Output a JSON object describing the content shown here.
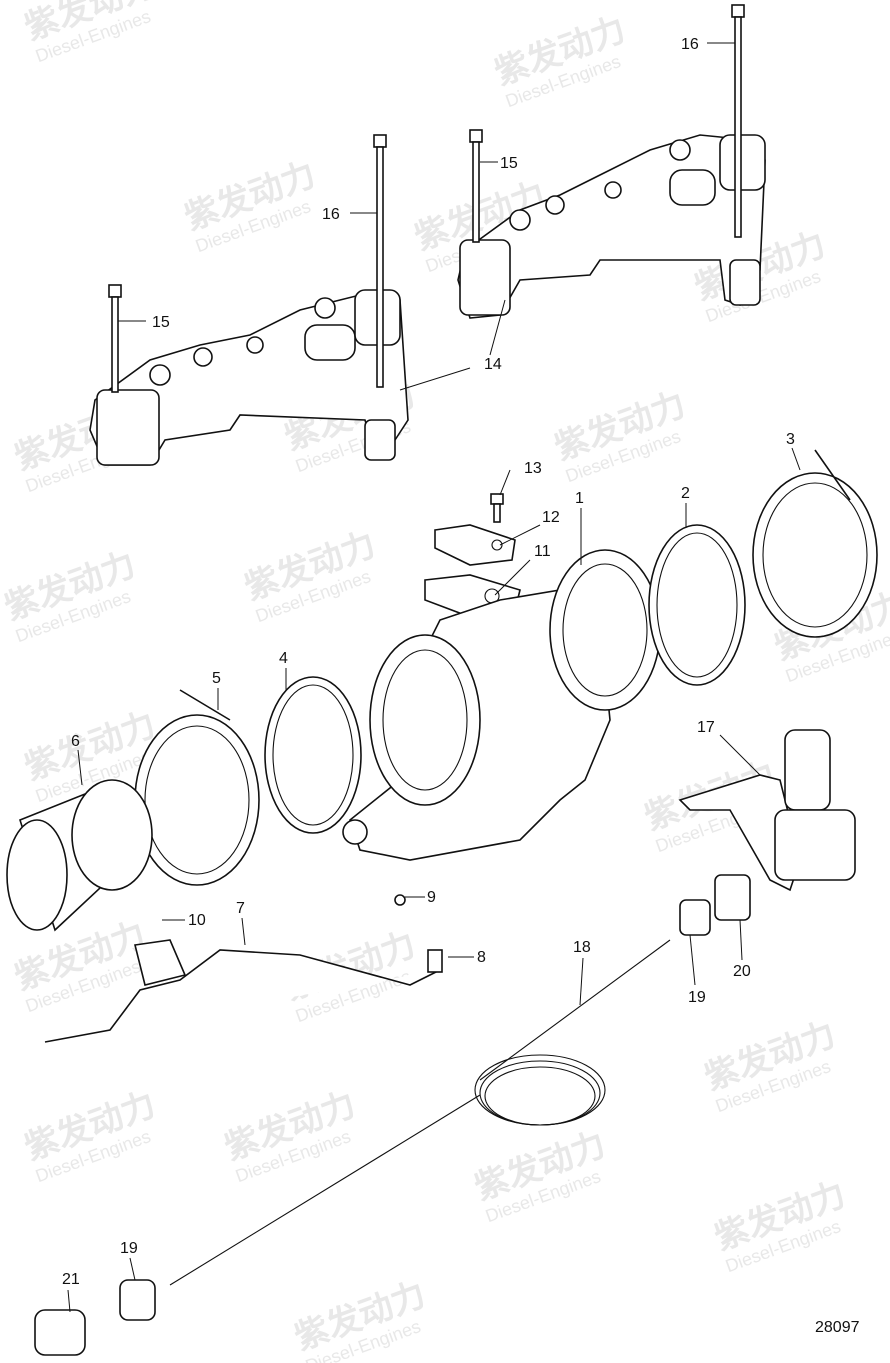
{
  "figure_number": "28097",
  "watermark": {
    "brand": "紫发动力",
    "subtitle": "Diesel-Engines"
  },
  "callouts": [
    "16",
    "15",
    "16",
    "15",
    "14",
    "13",
    "12",
    "11",
    "1",
    "2",
    "3",
    "5",
    "4",
    "6",
    "17",
    "9",
    "10",
    "7",
    "8",
    "18",
    "19",
    "20",
    "19",
    "21"
  ]
}
